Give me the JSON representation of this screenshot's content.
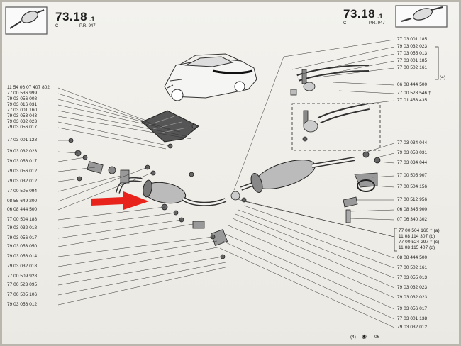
{
  "header": {
    "left": {
      "code": "73.18",
      "sub": ".1",
      "letter": "C",
      "ref": "P.R. 947"
    },
    "right": {
      "code": "73.18",
      "sub": ".1",
      "letter": "C",
      "ref": "P.R. 947"
    }
  },
  "left_parts": [
    "11 54 06 07 407 802",
    "77 00 536 999",
    "79 03 056 008",
    "79 03 016 031",
    "77 03 001 160",
    "79 03 053 043",
    "79 03 032 023",
    "79 03 056 017",
    "77 03 001 128",
    "79 03 032 023",
    "79 03 056 017",
    "79 03 056 012",
    "79 03 032 012",
    "77 00 505 094",
    "08 55 649 200",
    "06 08 444 500",
    "77 00 504 188",
    "79 03 032 018",
    "79 03 056 017",
    "79 03 053 050",
    "79 03 056 014",
    "79 03 032 018",
    "77 00 509 928",
    "77 00 523 095",
    "77 00 505 106",
    "79 03 056 012"
  ],
  "right_parts_top": [
    "77 03 001 185",
    "79 03 032 023",
    "77 03 055 013",
    "77 03 001 185",
    "77 00 502 161",
    "06 08 444 500",
    "77 00 528 546 †",
    "77 01 453 435"
  ],
  "right_parts_mid": [
    "77 03 034 044",
    "79 03 053 031",
    "77 03 034 044",
    "77 00 505 907",
    "77 00 504 156",
    "77 00 512 956",
    "06 08 345 900",
    "07 06 340 302"
  ],
  "right_bracket": [
    "77 00 504 160 † (a)",
    "11 08 114 307 (b)",
    "77 00 524 297 † (c)",
    "11 08 115 407 (d)"
  ],
  "right_parts_bottom": [
    "08 08 444 500",
    "77 00 502 161",
    "77 03 055 013",
    "79 03 032 023",
    "79 03 032 023",
    "79 03 056 017",
    "77 03 001 138",
    "79 03 032 012"
  ],
  "note": "(4)",
  "footer": {
    "badge": "(4)",
    "page": "06"
  }
}
